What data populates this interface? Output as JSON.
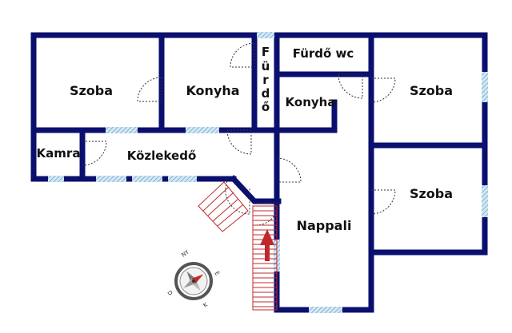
{
  "rooms": {
    "szoba_1": "Szoba",
    "konyha_1": "Konyha",
    "furdo_vertical": [
      "F",
      "ü",
      "r",
      "d",
      "ő"
    ],
    "furdo_wc": "Fürdő wc",
    "konyha_2": "Konyha",
    "szoba_2": "Szoba",
    "kamra": "Kamra",
    "kozlekedo": "Közlekedő",
    "szoba_3": "Szoba",
    "nappali": "Nappali"
  },
  "compass": {
    "letters": [
      "NY",
      "É",
      "K",
      "D"
    ]
  },
  "colors": {
    "wall": "#0b0f6e",
    "window": "#7db3d8",
    "door": "#333333",
    "stair": "#c0282c",
    "arrow": "#c0282c",
    "text": "#111111",
    "compass_ring": "#555555"
  }
}
